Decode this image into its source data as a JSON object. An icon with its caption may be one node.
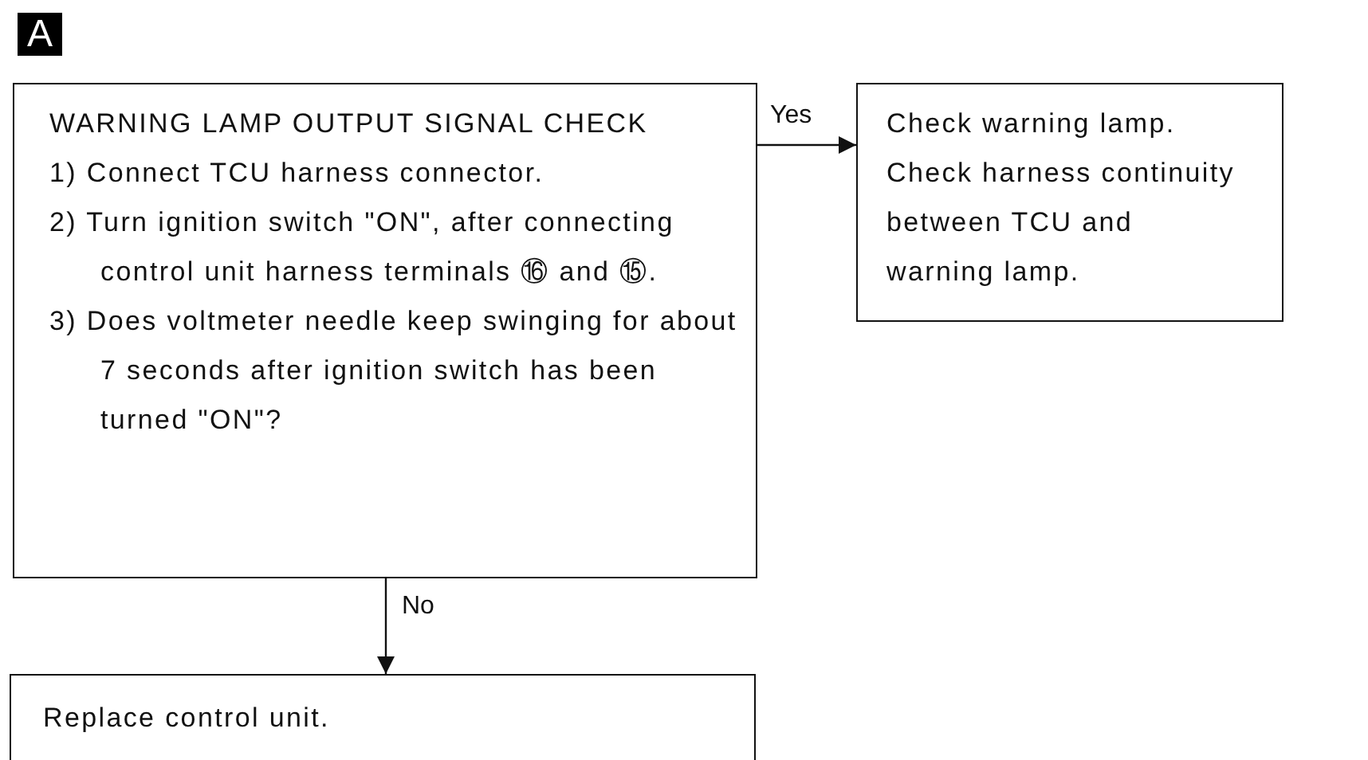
{
  "diagram": {
    "nodes": [
      {
        "text": [
          "WARNING LAMP OUTPUT SIGNAL CHECK",
          "1) Connect TCU harness connector.",
          "2) Turn ignition switch \"ON\", after connecting control unit harness terminals ⑯ and ⑮.",
          "3) Does voltmeter needle keep swinging for about 7 seconds after ignition switch has been turned \"ON\"?"
        ]
      },
      {
        "text": [
          "Check warning lamp.",
          "Check harness continuity between TCU and warning lamp."
        ]
      },
      {
        "text": [
          "Replace control unit."
        ]
      }
    ],
    "edges": [
      {
        "from": 0,
        "to": 1,
        "arrow": "to",
        "label": "Yes"
      },
      {
        "from": 0,
        "to": 2,
        "arrow": "to",
        "label": "No"
      }
    ],
    "labels": [
      "A"
    ]
  }
}
